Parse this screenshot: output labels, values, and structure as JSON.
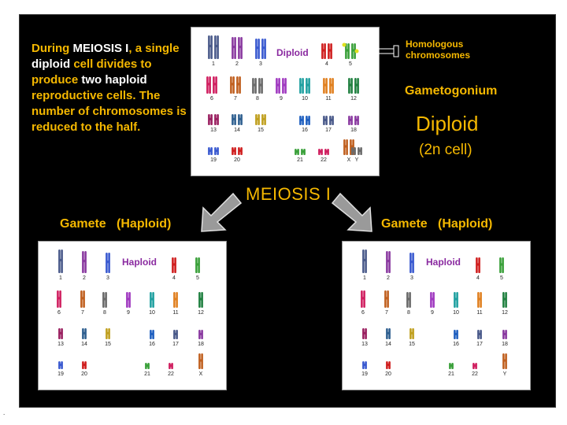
{
  "intro": {
    "t1": "During ",
    "t2": "MEIOSIS I",
    "t3": ", a single ",
    "t4": "diploid",
    "t5": " cell divides to produce ",
    "t6": "two",
    "t7": " haploid",
    "t8": " reproductive cells. The number of chromosomes is reduced to the half."
  },
  "callout": "Homologous chromosomes",
  "gametogonium": "Gametogonium",
  "diploid_big": "Diploid",
  "two_n": "(2n cell)",
  "meiosis_label": "MEIOSIS  I",
  "gamete_left": "Gamete   (Haploid)",
  "gamete_right": "Gamete   (Haploid)",
  "karyotype_top": {
    "title": "Diploid",
    "numbers": [
      "1",
      "2",
      "3",
      "4",
      "5",
      "6",
      "7",
      "8",
      "9",
      "10",
      "11",
      "12",
      "13",
      "14",
      "15",
      "16",
      "17",
      "18",
      "19",
      "20",
      "21",
      "22",
      "X",
      "Y"
    ]
  },
  "karyotype_left": {
    "title": "Haploid",
    "numbers": [
      "1",
      "2",
      "3",
      "4",
      "5",
      "6",
      "7",
      "8",
      "9",
      "10",
      "11",
      "12",
      "13",
      "14",
      "15",
      "16",
      "17",
      "18",
      "19",
      "20",
      "21",
      "22",
      "X"
    ]
  },
  "karyotype_right": {
    "title": "Haploid",
    "numbers": [
      "1",
      "2",
      "3",
      "4",
      "5",
      "6",
      "7",
      "8",
      "9",
      "10",
      "11",
      "12",
      "13",
      "14",
      "15",
      "16",
      "17",
      "18",
      "19",
      "20",
      "21",
      "22",
      "Y"
    ]
  },
  "colors": {
    "accent": "#f5b800",
    "chromosomes": [
      "#4a5a8a",
      "#8a3aa0",
      "#3a5ad0",
      "#d02020",
      "#3aa03a",
      "#d02060",
      "#c06020",
      "#6a6a6a",
      "#a03ac0",
      "#20a0a0",
      "#e08020",
      "#208040",
      "#9a2060",
      "#306090",
      "#c0a020",
      "#2060c0"
    ]
  },
  "footer": "."
}
